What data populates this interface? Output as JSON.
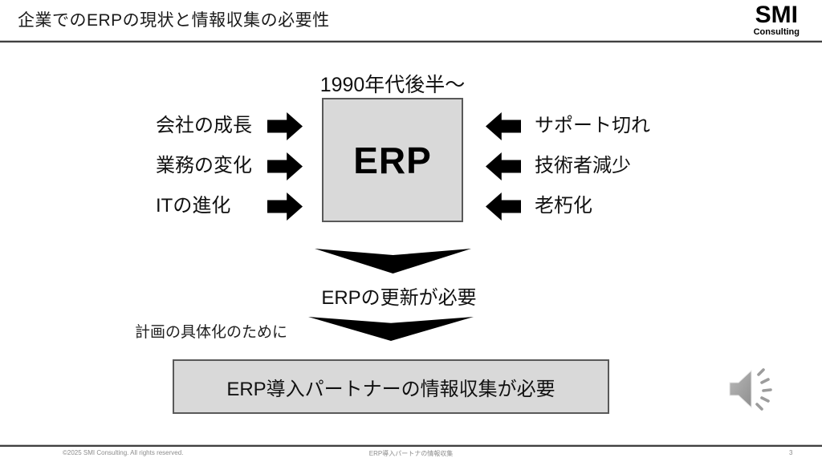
{
  "header": {
    "title": "企業でのERPの現状と情報収集の必要性",
    "logo_main": "SMI",
    "logo_sub": "Consulting"
  },
  "diagram": {
    "era_label": "1990年代後半～",
    "erp_box_label": "ERP",
    "left_factors": [
      "会社の成長",
      "業務の変化",
      "ITの進化"
    ],
    "right_factors": [
      "サポート切れ",
      "技術者減少",
      "老朽化"
    ],
    "conclusion1": "ERPの更新が必要",
    "purpose_note": "計画の具体化のために",
    "conclusion2": "ERP導入パートナーの情報収集が必要"
  },
  "icons": {
    "audio": "speaker-with-sound-waves"
  },
  "footer": {
    "copyright": "©2025 SMI Consulting. All rights reserved.",
    "doc_title": "ERP導入パートナの情報収集",
    "page_number": "3"
  },
  "colors": {
    "box_fill": "#d9d9d9",
    "box_border": "#595959",
    "arrow": "#000000",
    "divider": "#3f3f3f",
    "footer_text": "#8c8c8c",
    "audio_icon": "#a0a0a0"
  }
}
